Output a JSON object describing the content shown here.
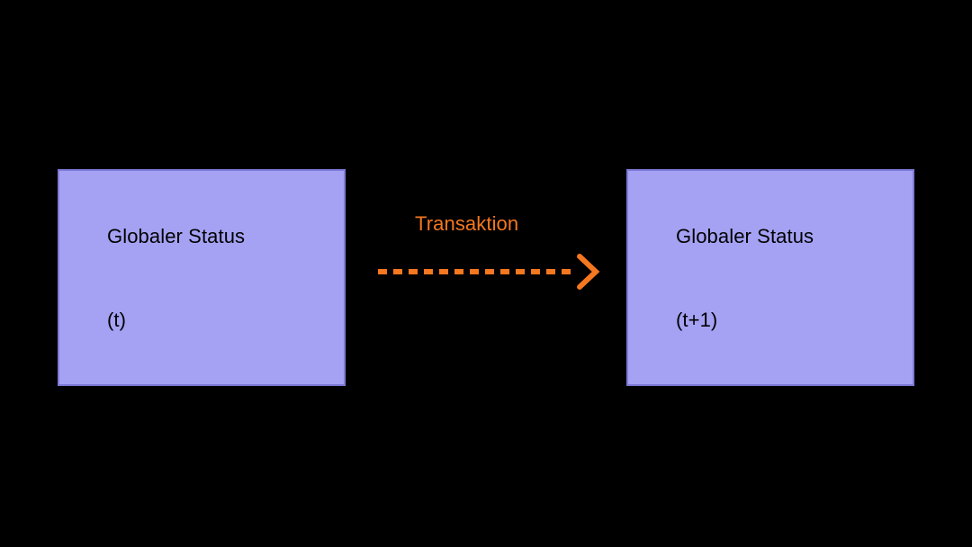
{
  "diagram": {
    "background_color": "#000000",
    "nodes": [
      {
        "id": "state-t",
        "title": "Globaler Status",
        "subtitle": "(t)",
        "fill_color": "#A5A2F4",
        "border_color": "#7E7BD9",
        "text_color": "#000000"
      },
      {
        "id": "state-t-plus-1",
        "title": "Globaler Status",
        "subtitle": "(t+1)",
        "fill_color": "#A5A2F4",
        "border_color": "#7E7BD9",
        "text_color": "#000000"
      }
    ],
    "edge": {
      "label": "Transaktion",
      "color": "#F5771F",
      "style": "dashed",
      "arrowhead": "chevron",
      "direction": "left-to-right"
    }
  }
}
